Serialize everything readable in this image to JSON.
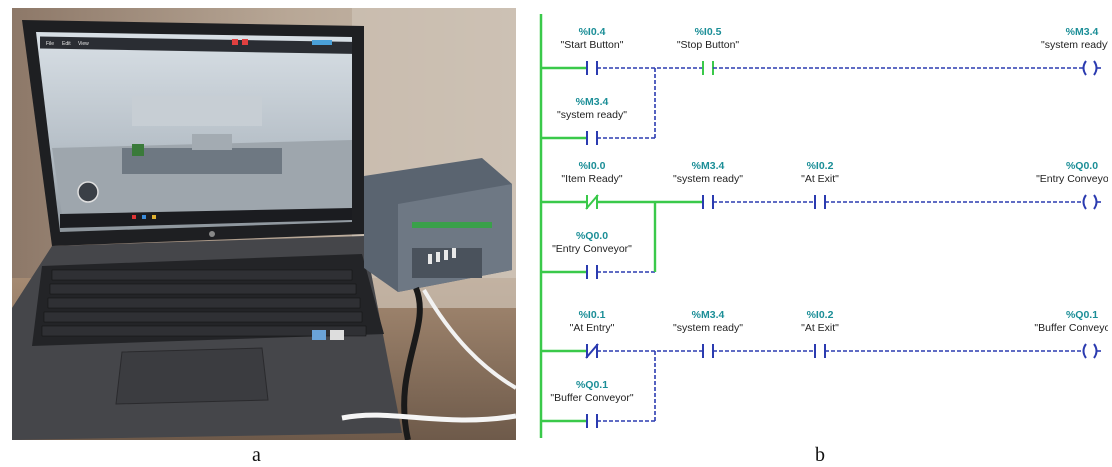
{
  "captions": {
    "a": "a",
    "b": "b"
  },
  "photo": {
    "screen": {
      "toolbar_items": [
        "File",
        "Edit",
        "View"
      ]
    }
  },
  "ladder": {
    "rungs": [
      {
        "contacts": [
          {
            "addr": "%I0.4",
            "name": "\"Start Button\"",
            "type": "NO"
          },
          {
            "addr": "%I0.5",
            "name": "\"Stop Button\"",
            "type": "NO"
          }
        ],
        "branch": {
          "addr": "%M3.4",
          "name": "\"system ready\"",
          "type": "NO"
        },
        "coil": {
          "addr": "%M3.4",
          "name": "\"system ready\""
        }
      },
      {
        "contacts": [
          {
            "addr": "%I0.0",
            "name": "\"Item Ready\"",
            "type": "NC"
          },
          {
            "addr": "%M3.4",
            "name": "\"system ready\"",
            "type": "NO"
          },
          {
            "addr": "%I0.2",
            "name": "\"At Exit\"",
            "type": "NO"
          }
        ],
        "branch": {
          "addr": "%Q0.0",
          "name": "\"Entry Conveyor\"",
          "type": "NO"
        },
        "coil": {
          "addr": "%Q0.0",
          "name": "\"Entry Conveyor\""
        }
      },
      {
        "contacts": [
          {
            "addr": "%I0.1",
            "name": "\"At Entry\"",
            "type": "NC"
          },
          {
            "addr": "%M3.4",
            "name": "\"system ready\"",
            "type": "NO"
          },
          {
            "addr": "%I0.2",
            "name": "\"At Exit\"",
            "type": "NO"
          }
        ],
        "branch": {
          "addr": "%Q0.1",
          "name": "\"Buffer Conveyor\"",
          "type": "NO"
        },
        "coil": {
          "addr": "%Q0.1",
          "name": "\"Buffer Conveyor\""
        }
      }
    ]
  }
}
